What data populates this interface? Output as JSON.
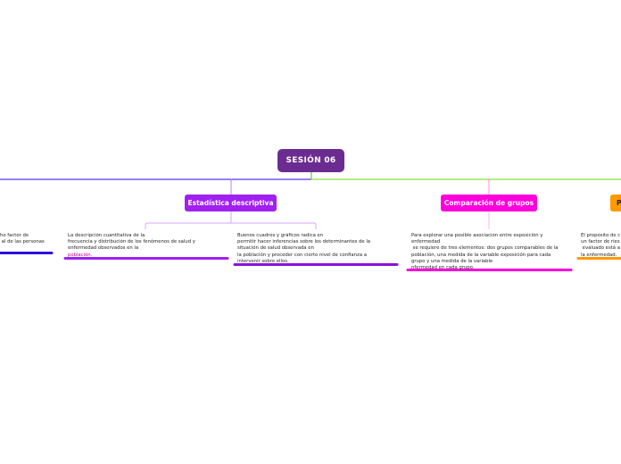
{
  "root": {
    "label": "SESIÓN 06"
  },
  "topics": {
    "estadistica": "Estadística descriptiva",
    "comparacion": "Comparación de grupos",
    "partial_right": "P"
  },
  "notes": {
    "left_partial": "ho factor de\n al de las personas",
    "descripcion_main": "La descripción cuantitativa de la\nfrecuencia y distribución de los fenómenos de salud y\nenfermedad observados en la",
    "descripcion_highlight": "población.",
    "inferencia": "Buenos cuadros y gráficos radica en\npermitir hacer inferencias sobre los determinantes de la\nsituación de salud observada en\nla población y proceder con cierto nivel de confianza a\nintervenir sobre ellos.",
    "comparacion": "Para explorar una posible asociación entre exposición y\nenfermedad\n se requiere de tres elementos: dos grupos comparables de la\npoblación, una medida de la variable exposición para cada\ngrupo y una medida de la variable\nnfermedad en cada grupo.",
    "right_partial": "El propósito de c\nun factor de ries\n evaluado está a\nla enfermedad."
  },
  "colors": {
    "root": "#6b2c91",
    "estadistica": "#a020f0",
    "comparacion": "#ff00dd",
    "partial_right": "#ff9900",
    "left_branch": "#2a10d8",
    "right_branch": "#88e234",
    "estadistica_sub": "#d9a6ff",
    "comparacion_sub": "#ffb0f0"
  }
}
